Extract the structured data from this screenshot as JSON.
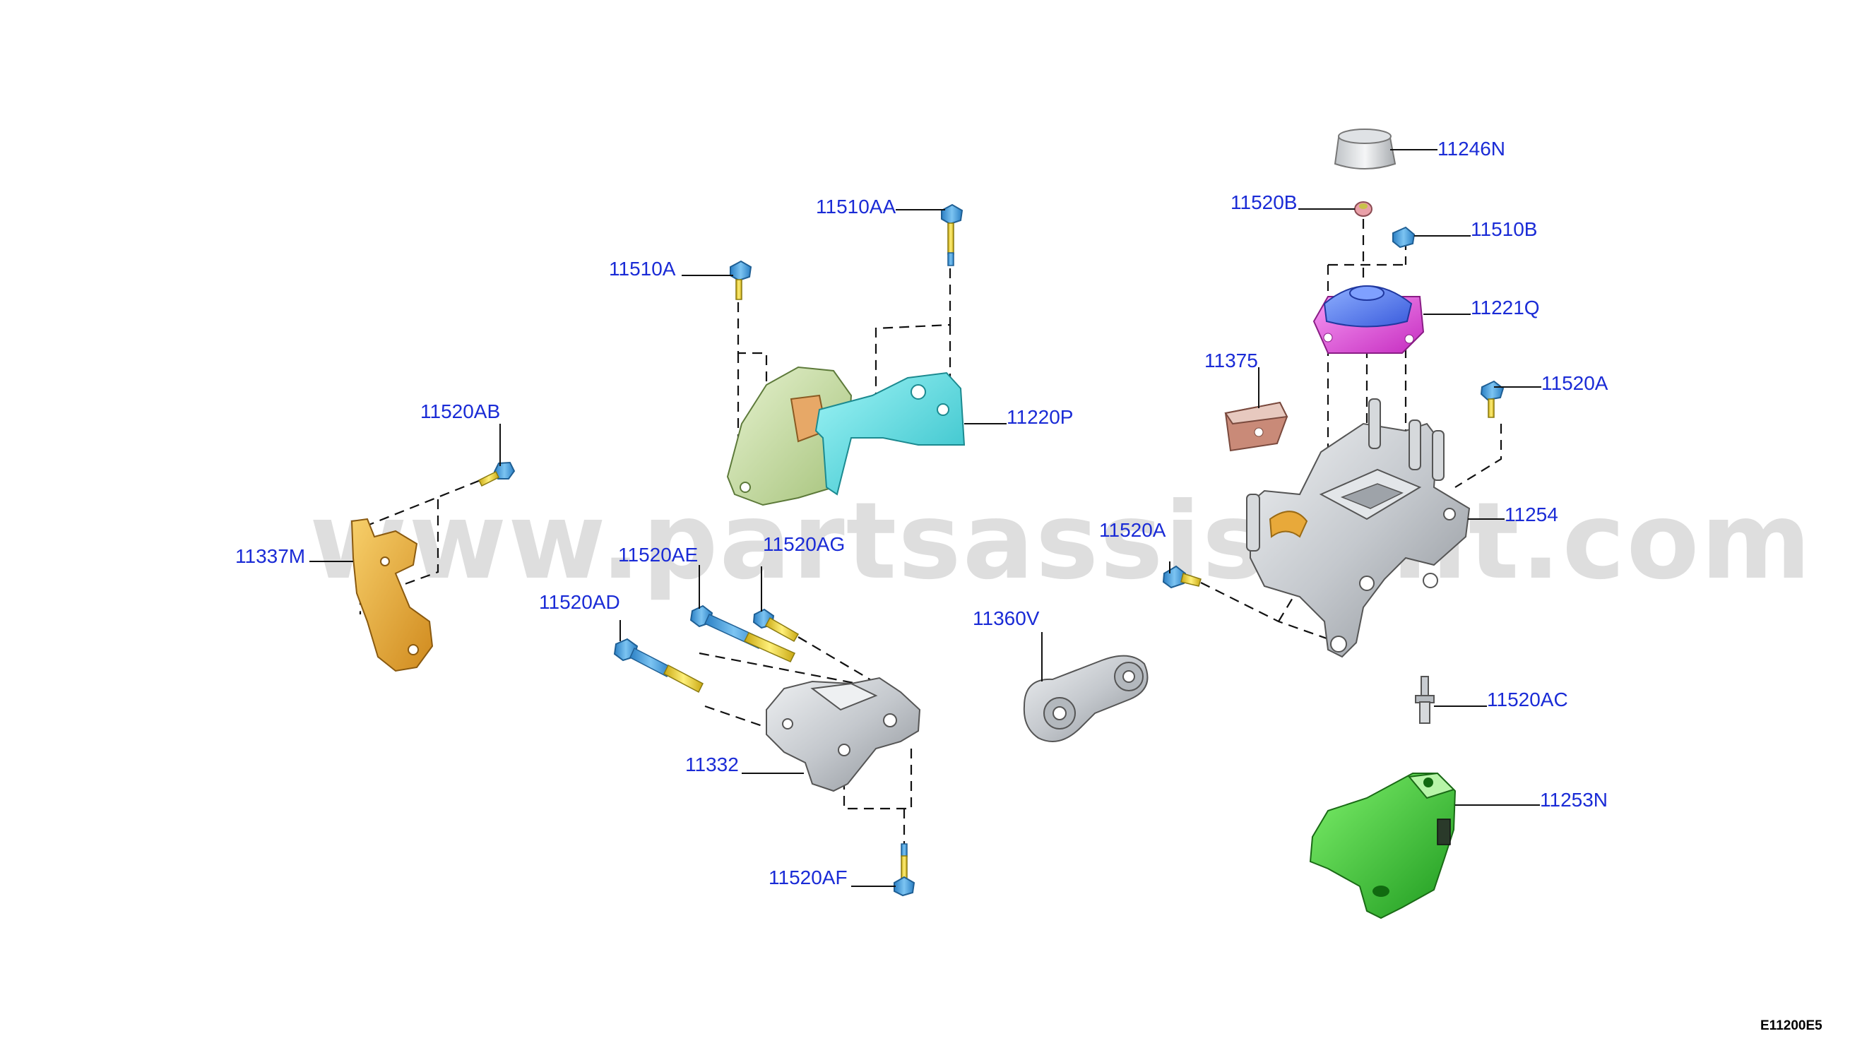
{
  "diagram": {
    "reference_code": "E11200E5",
    "watermark": "www.partsassistant.com",
    "callouts": [
      {
        "id": "11246N",
        "text": "11246N"
      },
      {
        "id": "11520B",
        "text": "11520B"
      },
      {
        "id": "11510B",
        "text": "11510B"
      },
      {
        "id": "11221Q",
        "text": "11221Q"
      },
      {
        "id": "11375",
        "text": "11375"
      },
      {
        "id": "11520A_right",
        "text": "11520A"
      },
      {
        "id": "11254",
        "text": "11254"
      },
      {
        "id": "11520A_center",
        "text": "11520A"
      },
      {
        "id": "11520AC",
        "text": "11520AC"
      },
      {
        "id": "11253N",
        "text": "11253N"
      },
      {
        "id": "11510AA",
        "text": "11510AA"
      },
      {
        "id": "11510A",
        "text": "11510A"
      },
      {
        "id": "11220P",
        "text": "11220P"
      },
      {
        "id": "11520AB",
        "text": "11520AB"
      },
      {
        "id": "11337M",
        "text": "11337M"
      },
      {
        "id": "11520AE",
        "text": "11520AE"
      },
      {
        "id": "11520AG",
        "text": "11520AG"
      },
      {
        "id": "11520AD",
        "text": "11520AD"
      },
      {
        "id": "11360V",
        "text": "11360V"
      },
      {
        "id": "11332",
        "text": "11332"
      },
      {
        "id": "11520AF",
        "text": "11520AF"
      }
    ],
    "part_colors": {
      "mount_yellow_green": "#c9e0a8",
      "mount_cyan": "#5ee0e6",
      "bracket_orange": "#e8a93a",
      "bracket_green": "#3ec63a",
      "insulator_blue": "#5a7ff0",
      "insulator_magenta": "#e84ae0",
      "pad_copper": "#c98a78",
      "aluminium": "#c9cdd2",
      "bolt_blue": "#4aa3e0",
      "bolt_thread_yellow": "#f2d43a",
      "callout_blue": "#1a2bd6"
    }
  }
}
